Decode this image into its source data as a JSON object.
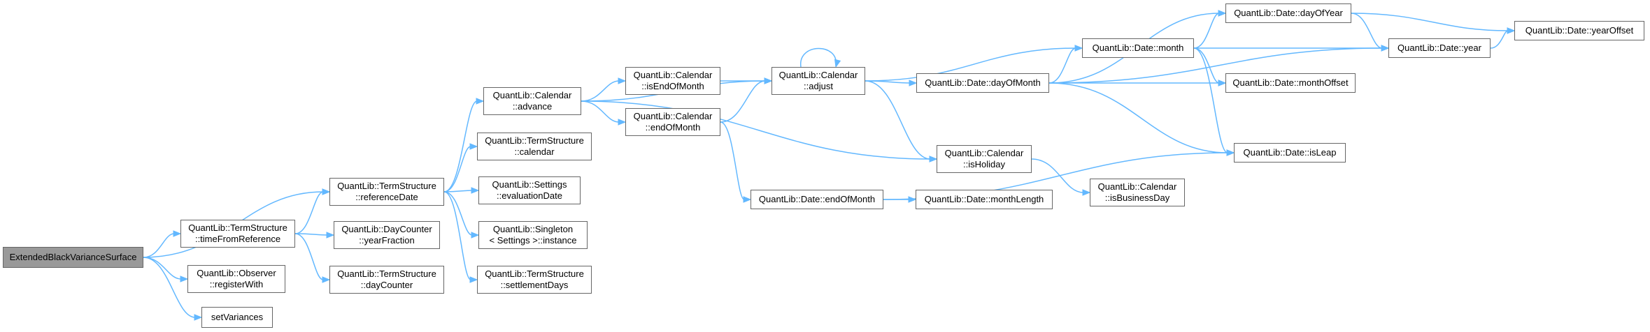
{
  "colors": {
    "edge": "#63b8ff",
    "node_border": "#666666",
    "root_fill": "#999999",
    "node_fill": "#ffffff"
  },
  "nodes": [
    {
      "id": "n0",
      "lines": [
        "ExtendedBlackVarianceSurface"
      ]
    },
    {
      "id": "n1",
      "lines": [
        "QuantLib::TermStructure",
        "::referenceDate"
      ]
    },
    {
      "id": "n2",
      "lines": [
        "QuantLib::TermStructure",
        "::timeFromReference"
      ]
    },
    {
      "id": "n3",
      "lines": [
        "QuantLib::Observer",
        "::registerWith"
      ]
    },
    {
      "id": "n4",
      "lines": [
        "setVariances"
      ]
    },
    {
      "id": "n5",
      "lines": [
        "QuantLib::Calendar",
        "::advance"
      ]
    },
    {
      "id": "n6",
      "lines": [
        "QuantLib::TermStructure",
        "::calendar"
      ]
    },
    {
      "id": "n7",
      "lines": [
        "QuantLib::Settings",
        "::evaluationDate"
      ]
    },
    {
      "id": "n8",
      "lines": [
        "QuantLib::Singleton",
        "< Settings >::instance"
      ]
    },
    {
      "id": "n9",
      "lines": [
        "QuantLib::TermStructure",
        "::settlementDays"
      ]
    },
    {
      "id": "n10",
      "lines": [
        "QuantLib::DayCounter",
        "::yearFraction"
      ]
    },
    {
      "id": "n11",
      "lines": [
        "QuantLib::TermStructure",
        "::dayCounter"
      ]
    },
    {
      "id": "n12",
      "lines": [
        "QuantLib::Calendar",
        "::adjust"
      ]
    },
    {
      "id": "n13",
      "lines": [
        "QuantLib::Calendar",
        "::endOfMonth"
      ]
    },
    {
      "id": "n14",
      "lines": [
        "QuantLib::Calendar",
        "::isEndOfMonth"
      ]
    },
    {
      "id": "n15",
      "lines": [
        "QuantLib::Calendar",
        "::isHoliday"
      ]
    },
    {
      "id": "n16",
      "lines": [
        "QuantLib::Date::dayOfMonth"
      ]
    },
    {
      "id": "n17",
      "lines": [
        "QuantLib::Date::month"
      ]
    },
    {
      "id": "n18",
      "lines": [
        "QuantLib::Date::endOfMonth"
      ]
    },
    {
      "id": "n19",
      "lines": [
        "QuantLib::Date::monthLength"
      ]
    },
    {
      "id": "n20",
      "lines": [
        "QuantLib::Calendar",
        "::isBusinessDay"
      ]
    },
    {
      "id": "n21",
      "lines": [
        "QuantLib::Date::dayOfYear"
      ]
    },
    {
      "id": "n22",
      "lines": [
        "QuantLib::Date::year"
      ]
    },
    {
      "id": "n23",
      "lines": [
        "QuantLib::Date::monthOffset"
      ]
    },
    {
      "id": "n24",
      "lines": [
        "QuantLib::Date::isLeap"
      ]
    },
    {
      "id": "n25",
      "lines": [
        "QuantLib::Date::yearOffset"
      ]
    }
  ],
  "edges": [
    [
      "n0",
      "n1"
    ],
    [
      "n0",
      "n2"
    ],
    [
      "n0",
      "n3"
    ],
    [
      "n0",
      "n4"
    ],
    [
      "n1",
      "n5"
    ],
    [
      "n1",
      "n6"
    ],
    [
      "n1",
      "n7"
    ],
    [
      "n1",
      "n8"
    ],
    [
      "n1",
      "n9"
    ],
    [
      "n2",
      "n1"
    ],
    [
      "n2",
      "n10"
    ],
    [
      "n2",
      "n11"
    ],
    [
      "n5",
      "n12"
    ],
    [
      "n5",
      "n13"
    ],
    [
      "n5",
      "n14"
    ],
    [
      "n5",
      "n15"
    ],
    [
      "n12",
      "n12"
    ],
    [
      "n12",
      "n15"
    ],
    [
      "n12",
      "n16"
    ],
    [
      "n12",
      "n17"
    ],
    [
      "n13",
      "n12"
    ],
    [
      "n13",
      "n18"
    ],
    [
      "n14",
      "n12"
    ],
    [
      "n15",
      "n20"
    ],
    [
      "n16",
      "n17"
    ],
    [
      "n16",
      "n21"
    ],
    [
      "n16",
      "n22"
    ],
    [
      "n16",
      "n23"
    ],
    [
      "n16",
      "n24"
    ],
    [
      "n17",
      "n21"
    ],
    [
      "n17",
      "n22"
    ],
    [
      "n17",
      "n23"
    ],
    [
      "n17",
      "n24"
    ],
    [
      "n18",
      "n19"
    ],
    [
      "n18",
      "n24"
    ],
    [
      "n21",
      "n22"
    ],
    [
      "n21",
      "n25"
    ],
    [
      "n22",
      "n25"
    ]
  ]
}
